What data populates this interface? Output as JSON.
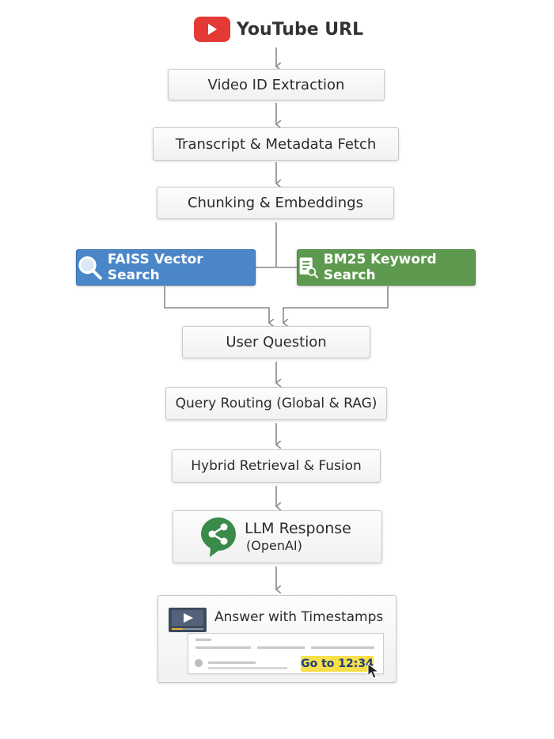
{
  "header": {
    "title": "YouTube URL",
    "icon": "youtube-logo-icon"
  },
  "steps": {
    "video_id": "Video ID Extraction",
    "transcript": "Transcript & Metadata Fetch",
    "chunking": "Chunking & Embeddings",
    "user_question": "User Question",
    "query_routing": "Query Routing (Global & RAG)",
    "hybrid": "Hybrid Retrieval & Fusion",
    "llm_title": "LLM Response",
    "llm_sub": "(OpenAI)",
    "answer": "Answer with Timestamps"
  },
  "search": {
    "faiss": {
      "label": "FAISS Vector Search",
      "icon": "magnifier-icon",
      "color": "#4a86c8"
    },
    "bm25": {
      "label": "BM25 Keyword Search",
      "icon": "document-search-icon",
      "color": "#5d9a4f"
    }
  },
  "answer_card": {
    "button": "Go to 12:34"
  },
  "colors": {
    "accent_red": "#e53935",
    "llm_green": "#3a8a4a",
    "button_yellow": "#f7df4c",
    "connector": "#8a8a8a"
  }
}
